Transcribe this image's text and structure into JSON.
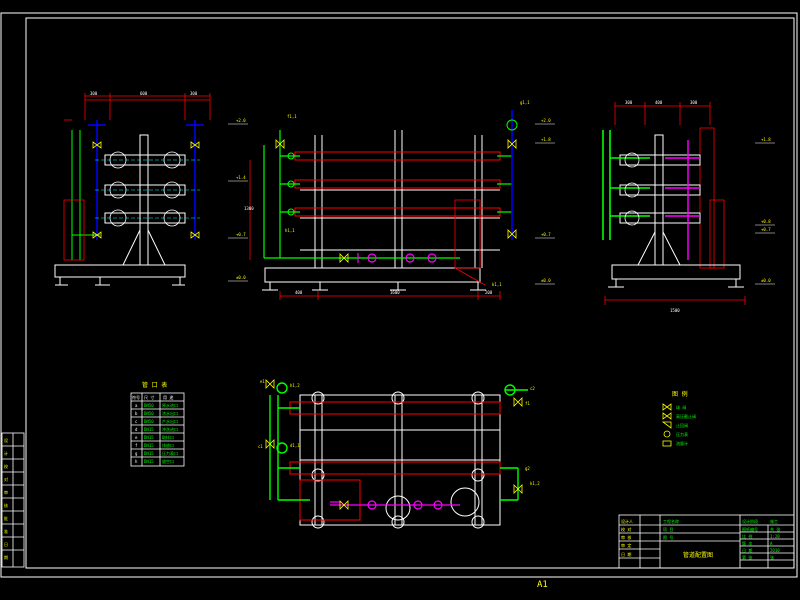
{
  "sheet": {
    "label": "A1"
  },
  "colors": {
    "background": "#000000",
    "frame": "#ffffff",
    "pipe_green": "#00ff00",
    "dimension_red": "#ff0000",
    "steel_white": "#ffffff",
    "blue": "#0000ff",
    "yellow": "#ffff00",
    "magenta": "#ff00ff",
    "cyan": "#00ffff"
  },
  "nozzle_table": {
    "title": "管 口 表",
    "headers": [
      "符号",
      "尺 寸",
      "用 途"
    ],
    "rows": [
      [
        "a",
        "DN50",
        "原水进口"
      ],
      [
        "b",
        "DN50",
        "浓水出口"
      ],
      [
        "c",
        "DN50",
        "产水出口"
      ],
      [
        "d",
        "DN15",
        "冲洗进口"
      ],
      [
        "e",
        "DN15",
        "取样口"
      ],
      [
        "f",
        "DN15",
        "排放口"
      ],
      [
        "g",
        "DN15",
        "压力表口"
      ],
      [
        "h",
        "DN15",
        "放空口"
      ]
    ]
  },
  "legend": {
    "title": "图 例",
    "items": [
      "球 阀",
      "高压截止阀",
      "止回阀",
      "压力表",
      "流量计"
    ]
  },
  "title_block": {
    "left_labels": [
      "设计人",
      "校 对",
      "审 核",
      "审 定",
      "日 期"
    ],
    "middle_top": [
      "工程名称",
      "项 目",
      "图 号"
    ],
    "drawing_name": "管道配置图",
    "right_rows": [
      [
        "设计阶段",
        "施工"
      ],
      [
        "图纸编号",
        "共 张"
      ],
      [
        "比 例",
        "1:20"
      ],
      [
        "版 次",
        "A"
      ],
      [
        "日 期",
        "2010"
      ],
      [
        "第 张",
        "张"
      ]
    ]
  },
  "left_strip": {
    "labels": [
      "设",
      "计",
      "校",
      "对",
      "审",
      "核",
      "批",
      "准",
      "日",
      "期"
    ]
  }
}
